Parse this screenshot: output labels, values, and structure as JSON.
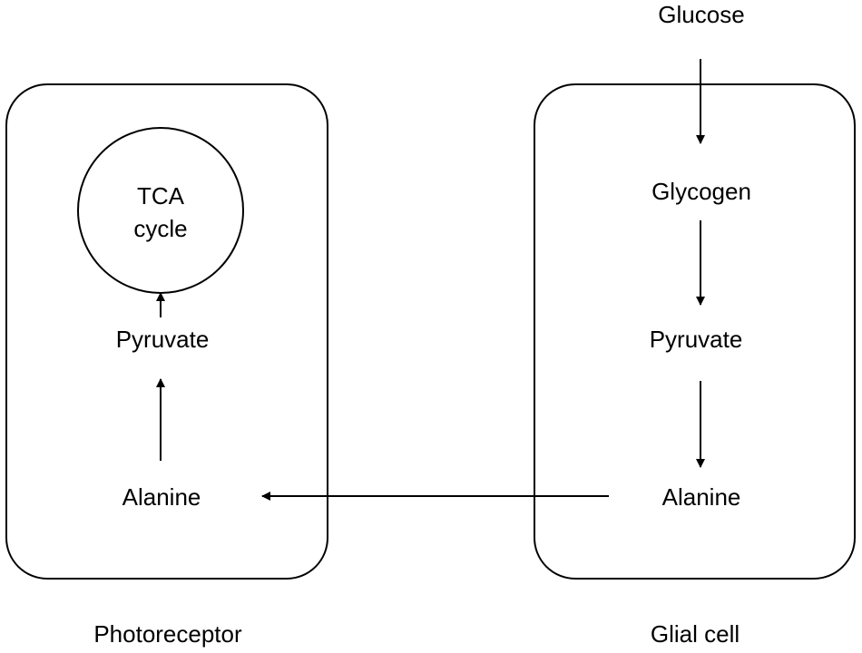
{
  "cells": {
    "photoreceptor": {
      "label": "Photoreceptor",
      "tca_line1": "TCA",
      "tca_line2": "cycle",
      "pyruvate": "Pyruvate",
      "alanine": "Alanine"
    },
    "glial": {
      "label": "Glial cell",
      "glycogen": "Glycogen",
      "pyruvate": "Pyruvate",
      "alanine": "Alanine"
    }
  },
  "external": {
    "glucose": "Glucose"
  },
  "colors": {
    "stroke": "#000000",
    "background": "#ffffff"
  }
}
